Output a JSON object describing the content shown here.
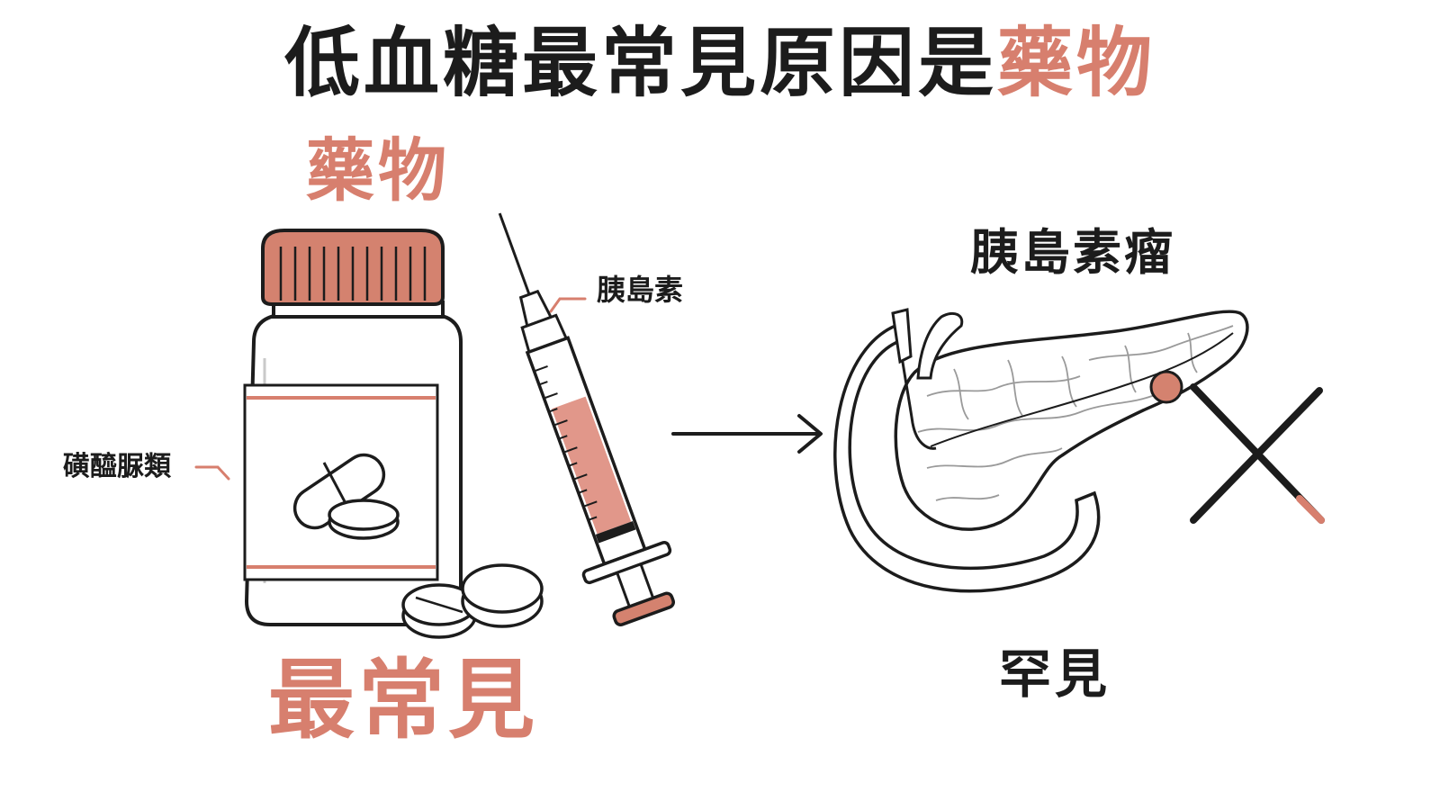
{
  "title": {
    "prefix": "低血糖最常見原因是",
    "highlight": "藥物"
  },
  "left": {
    "heading": "藥物",
    "footer": "最常見",
    "labels": {
      "pill_bottle": "磺醯脲類",
      "syringe": "胰島素"
    }
  },
  "right": {
    "heading": "胰島素瘤",
    "footer": "罕見"
  },
  "colors": {
    "accent": "#d77f6e",
    "accent_dark": "#b8614f",
    "ink": "#1c1c1c",
    "light_line": "#c9c9c9",
    "background": "#ffffff"
  },
  "icons": [
    "pill-bottle-icon",
    "pill-icon",
    "syringe-icon",
    "arrow-right-icon",
    "pancreas-icon",
    "tumor-dot-icon",
    "cross-mark-icon"
  ]
}
